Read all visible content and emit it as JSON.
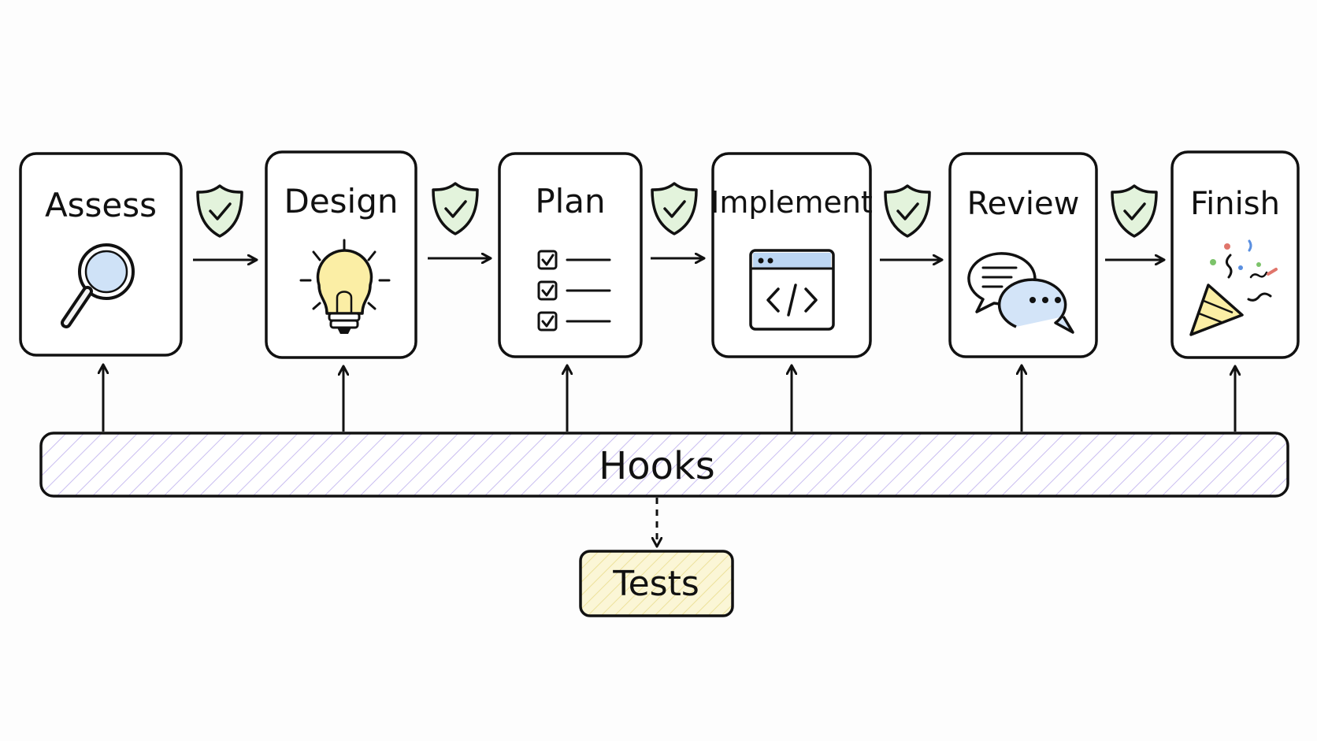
{
  "diagram": {
    "stages": [
      {
        "label": "Assess",
        "icon": "magnifying-glass-icon"
      },
      {
        "label": "Design",
        "icon": "lightbulb-icon"
      },
      {
        "label": "Plan",
        "icon": "checklist-icon"
      },
      {
        "label": "Implement",
        "icon": "code-window-icon"
      },
      {
        "label": "Review",
        "icon": "chat-bubbles-icon"
      },
      {
        "label": "Finish",
        "icon": "party-popper-icon"
      }
    ],
    "gate_icon": "shield-check-icon",
    "hooks": {
      "label": "Hooks"
    },
    "tests": {
      "label": "Tests"
    },
    "colors": {
      "ink": "#111111",
      "shield_fill": "#e3f3dc",
      "hooks_hatch": "#c9bdf0",
      "tests_fill": "#fbf6d6",
      "tests_hatch": "#ece19a",
      "magnifier_lens": "#cfe2f7",
      "bulb": "#fbeea5",
      "browser_bar": "#bcd6f3",
      "chat_second": "#d3e4f8"
    }
  }
}
